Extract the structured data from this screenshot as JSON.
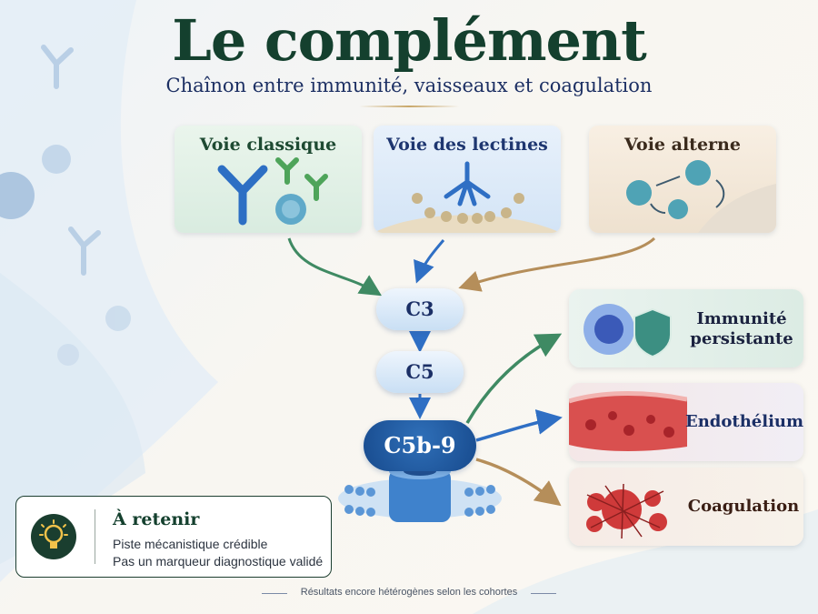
{
  "title": "Le complément",
  "subtitle": "Chaînon entre immunité, vaisseaux et coagulation",
  "pathways": [
    {
      "label": "Voie classique",
      "color": "#3f8a63"
    },
    {
      "label": "Voie des lectines",
      "color": "#2f6fc4"
    },
    {
      "label": "Voie alterne",
      "color": "#b58e5a"
    }
  ],
  "cascade": [
    "C3",
    "C5",
    "C5b-9"
  ],
  "outcomes": [
    {
      "label": "Immunité persistante",
      "color": "#3f8a63"
    },
    {
      "label": "Endothélium",
      "color": "#2f6fc4"
    },
    {
      "label": "Coagulation",
      "color": "#b58e5a"
    }
  ],
  "takeaway": {
    "title": "À retenir",
    "lines": [
      "Piste mécanistique crédible",
      "Pas un marqueur diagnostique validé"
    ]
  },
  "footnote": "Résultats encore hétérogènes selon les cohortes",
  "icons": [
    "antibody-icon",
    "virus-icon",
    "lectin-icon",
    "alt-complement-icon",
    "immune-cell-icon",
    "shield-icon",
    "blood-vessel-icon",
    "blood-clot-icon",
    "membrane-pore-icon",
    "lightbulb-icon"
  ]
}
